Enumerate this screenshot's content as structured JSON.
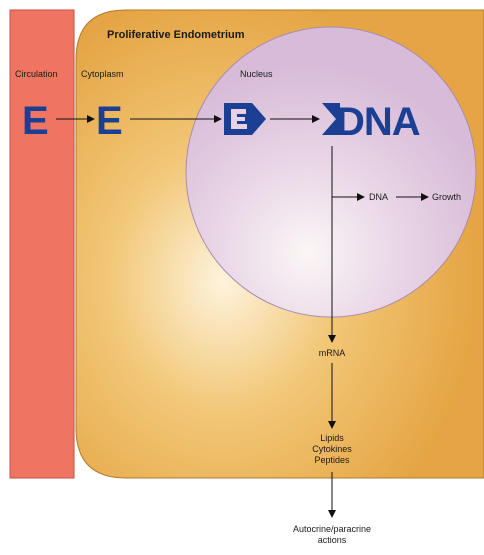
{
  "title": "Proliferative Endometrium",
  "regions": {
    "circulation": "Circulation",
    "cytoplasm": "Cytoplasm",
    "nucleus": "Nucleus"
  },
  "symbols": {
    "estrogen": "E",
    "dna": "DNA"
  },
  "pathway": {
    "dna_branch": "DNA",
    "growth": "Growth",
    "mrna": "mRNA",
    "products": [
      "Lipids",
      "Cytokines",
      "Peptides"
    ],
    "output": [
      "Autocrine/paracrine",
      "actions"
    ]
  },
  "colors": {
    "circulation": "#f07462",
    "cell": "#e9ab4b",
    "nucleus": "#ddc4de",
    "symbol": "#1b3f93"
  }
}
